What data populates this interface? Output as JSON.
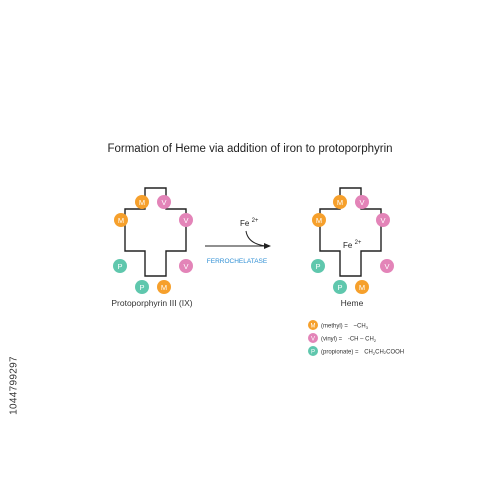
{
  "title": "Formation of Heme via addition of iron to protoporphyrin",
  "substrate_label": "Protoporphyrin III (IX)",
  "product_label": "Heme",
  "reagent_base": "Fe",
  "reagent_charge": "2+",
  "enzyme_label": "FERROCHELATASE",
  "stock_id": "1044799297",
  "colors": {
    "methyl": "#f6a02c",
    "vinyl": "#e384b8",
    "propionate": "#5fc7ad",
    "enzyme_text": "#2f8fd4",
    "outline": "#222222"
  },
  "substituents": {
    "methyl_letter": "M",
    "vinyl_letter": "V",
    "propionate_letter": "P"
  },
  "legend": [
    {
      "letter": "M",
      "name": "(methyl) =",
      "formula": "~CH",
      "sub": "3",
      "tail": "",
      "type": "methyl"
    },
    {
      "letter": "V",
      "name": "(vinyl) =",
      "formula": "-CH – CH",
      "sub": "2",
      "tail": "",
      "type": "vinyl"
    },
    {
      "letter": "P",
      "name": "(propionate) =",
      "formula": "CH",
      "sub": "2",
      "tail": "CH₂COOH",
      "type": "propionate"
    }
  ]
}
